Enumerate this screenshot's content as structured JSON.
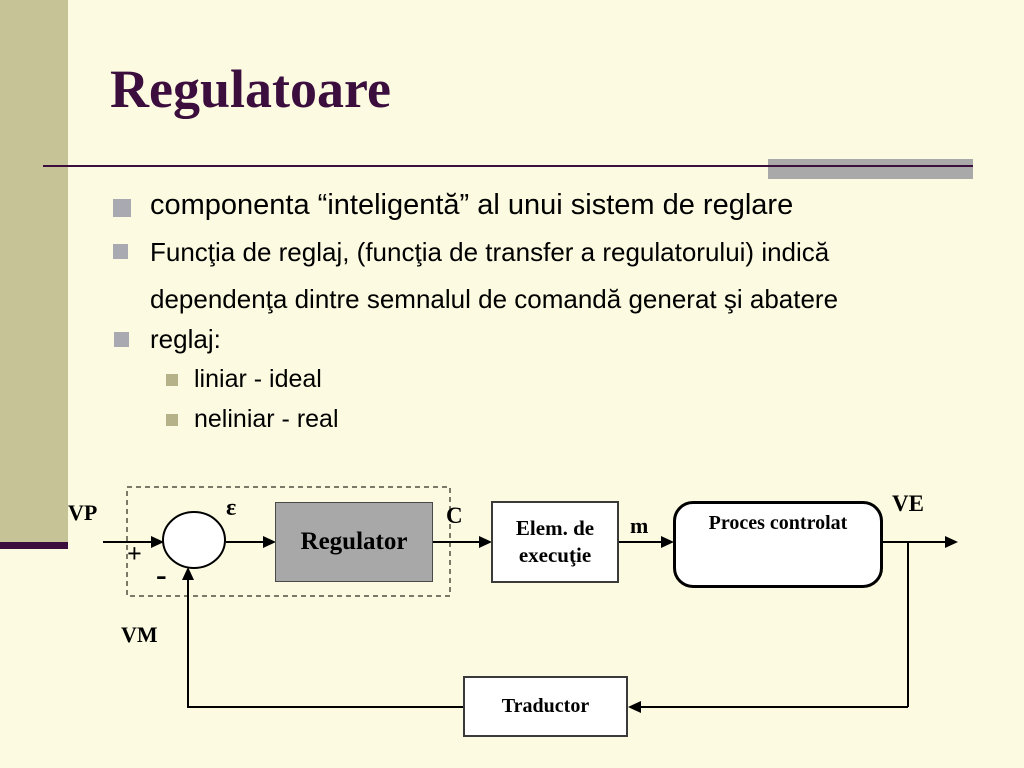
{
  "slide": {
    "title": "Regulatoare",
    "bullets": [
      {
        "level": 1,
        "text": "componenta “inteligentă” al unui sistem de reglare"
      },
      {
        "level": 1,
        "lines": [
          "Funcţia de reglaj, (funcţia de transfer a regulatorului) indică",
          "dependenţa dintre semnalul de comandă generat şi abatere"
        ]
      },
      {
        "level": 1,
        "text": "reglaj:"
      },
      {
        "level": 2,
        "text": "liniar - ideal"
      },
      {
        "level": 2,
        "text": "neliniar - real"
      }
    ]
  },
  "diagram": {
    "labels": {
      "input": "VP",
      "plus": "+",
      "minus": "-",
      "error": "ε",
      "command": "C",
      "actuation": "m",
      "output": "VE",
      "feedback": "VM"
    },
    "blocks": {
      "regulator": "Regulator",
      "actuator_line1": "Elem. de",
      "actuator_line2": "execuţie",
      "process": "Proces controlat",
      "transducer": "Traductor"
    }
  },
  "colors": {
    "background": "#fcfbe1",
    "sidebar_olive": "#c6c497",
    "accent_dark_purple": "#3b0e3e",
    "accent_gray": "#a9a9a9",
    "bullet_gray": "#a9a9b2",
    "bullet_olive": "#b5b28a",
    "regulator_box_gray": "#a8a8a8",
    "diagram_line": "#000000"
  }
}
